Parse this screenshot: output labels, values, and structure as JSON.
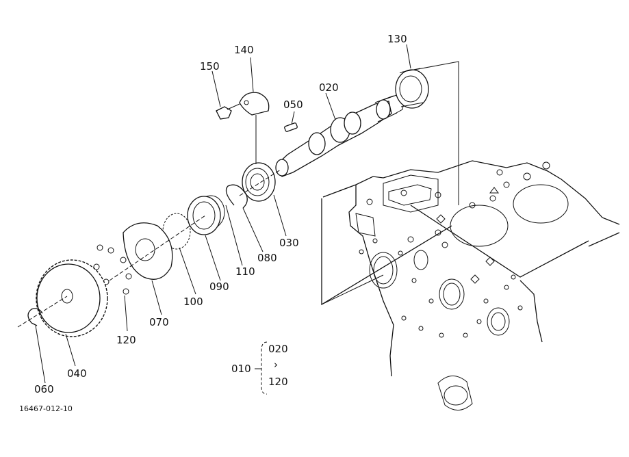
{
  "labels": {
    "p010": "010",
    "p020": "020",
    "p030": "030",
    "p040": "040",
    "p050": "050",
    "p060": "060",
    "p070": "070",
    "p080": "080",
    "p090": "090",
    "p100": "100",
    "p110": "110",
    "p120": "120",
    "p130": "130",
    "p140": "140",
    "p150": "150"
  },
  "group": {
    "label": "010",
    "from": "020",
    "to": "120",
    "separator": "›"
  },
  "figure_code": "16467-012-10"
}
